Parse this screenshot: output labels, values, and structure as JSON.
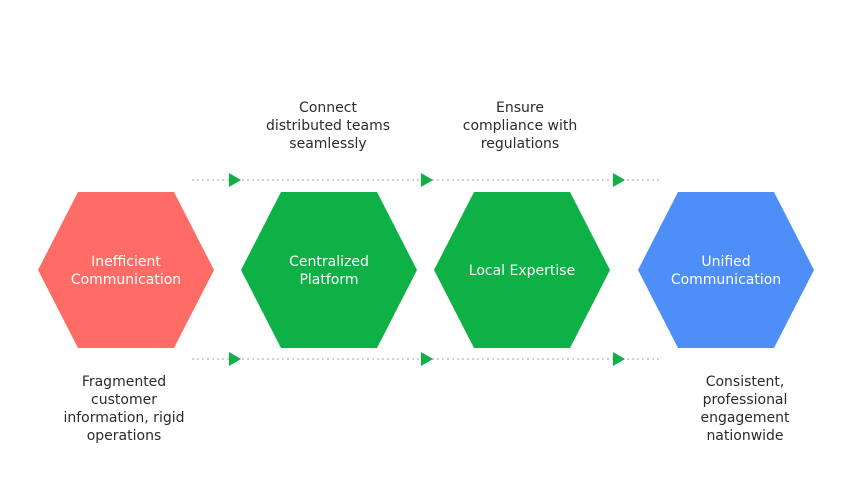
{
  "colors": {
    "problem": "#ff6b65",
    "step": "#0db145",
    "outcome": "#4d8ef8",
    "connector": "#b3b3b3",
    "arrow": "#0db145",
    "text": "#2b2b2b",
    "node_text": "#ffffff"
  },
  "nodes": [
    {
      "label": "Inefficient\nCommunication",
      "kind": "problem"
    },
    {
      "label": "Centralized\nPlatform",
      "kind": "step"
    },
    {
      "label": "Local Expertise",
      "kind": "step"
    },
    {
      "label": "Unified\nCommunication",
      "kind": "outcome"
    }
  ],
  "annotations": {
    "top_1": "Connect\ndistributed teams\nseamlessly",
    "top_2": "Ensure\ncompliance with\nregulations",
    "bottom_left": "Fragmented\ncustomer\ninformation, rigid\noperations",
    "bottom_right": "Consistent,\nprofessional\nengagement\nnationwide"
  }
}
